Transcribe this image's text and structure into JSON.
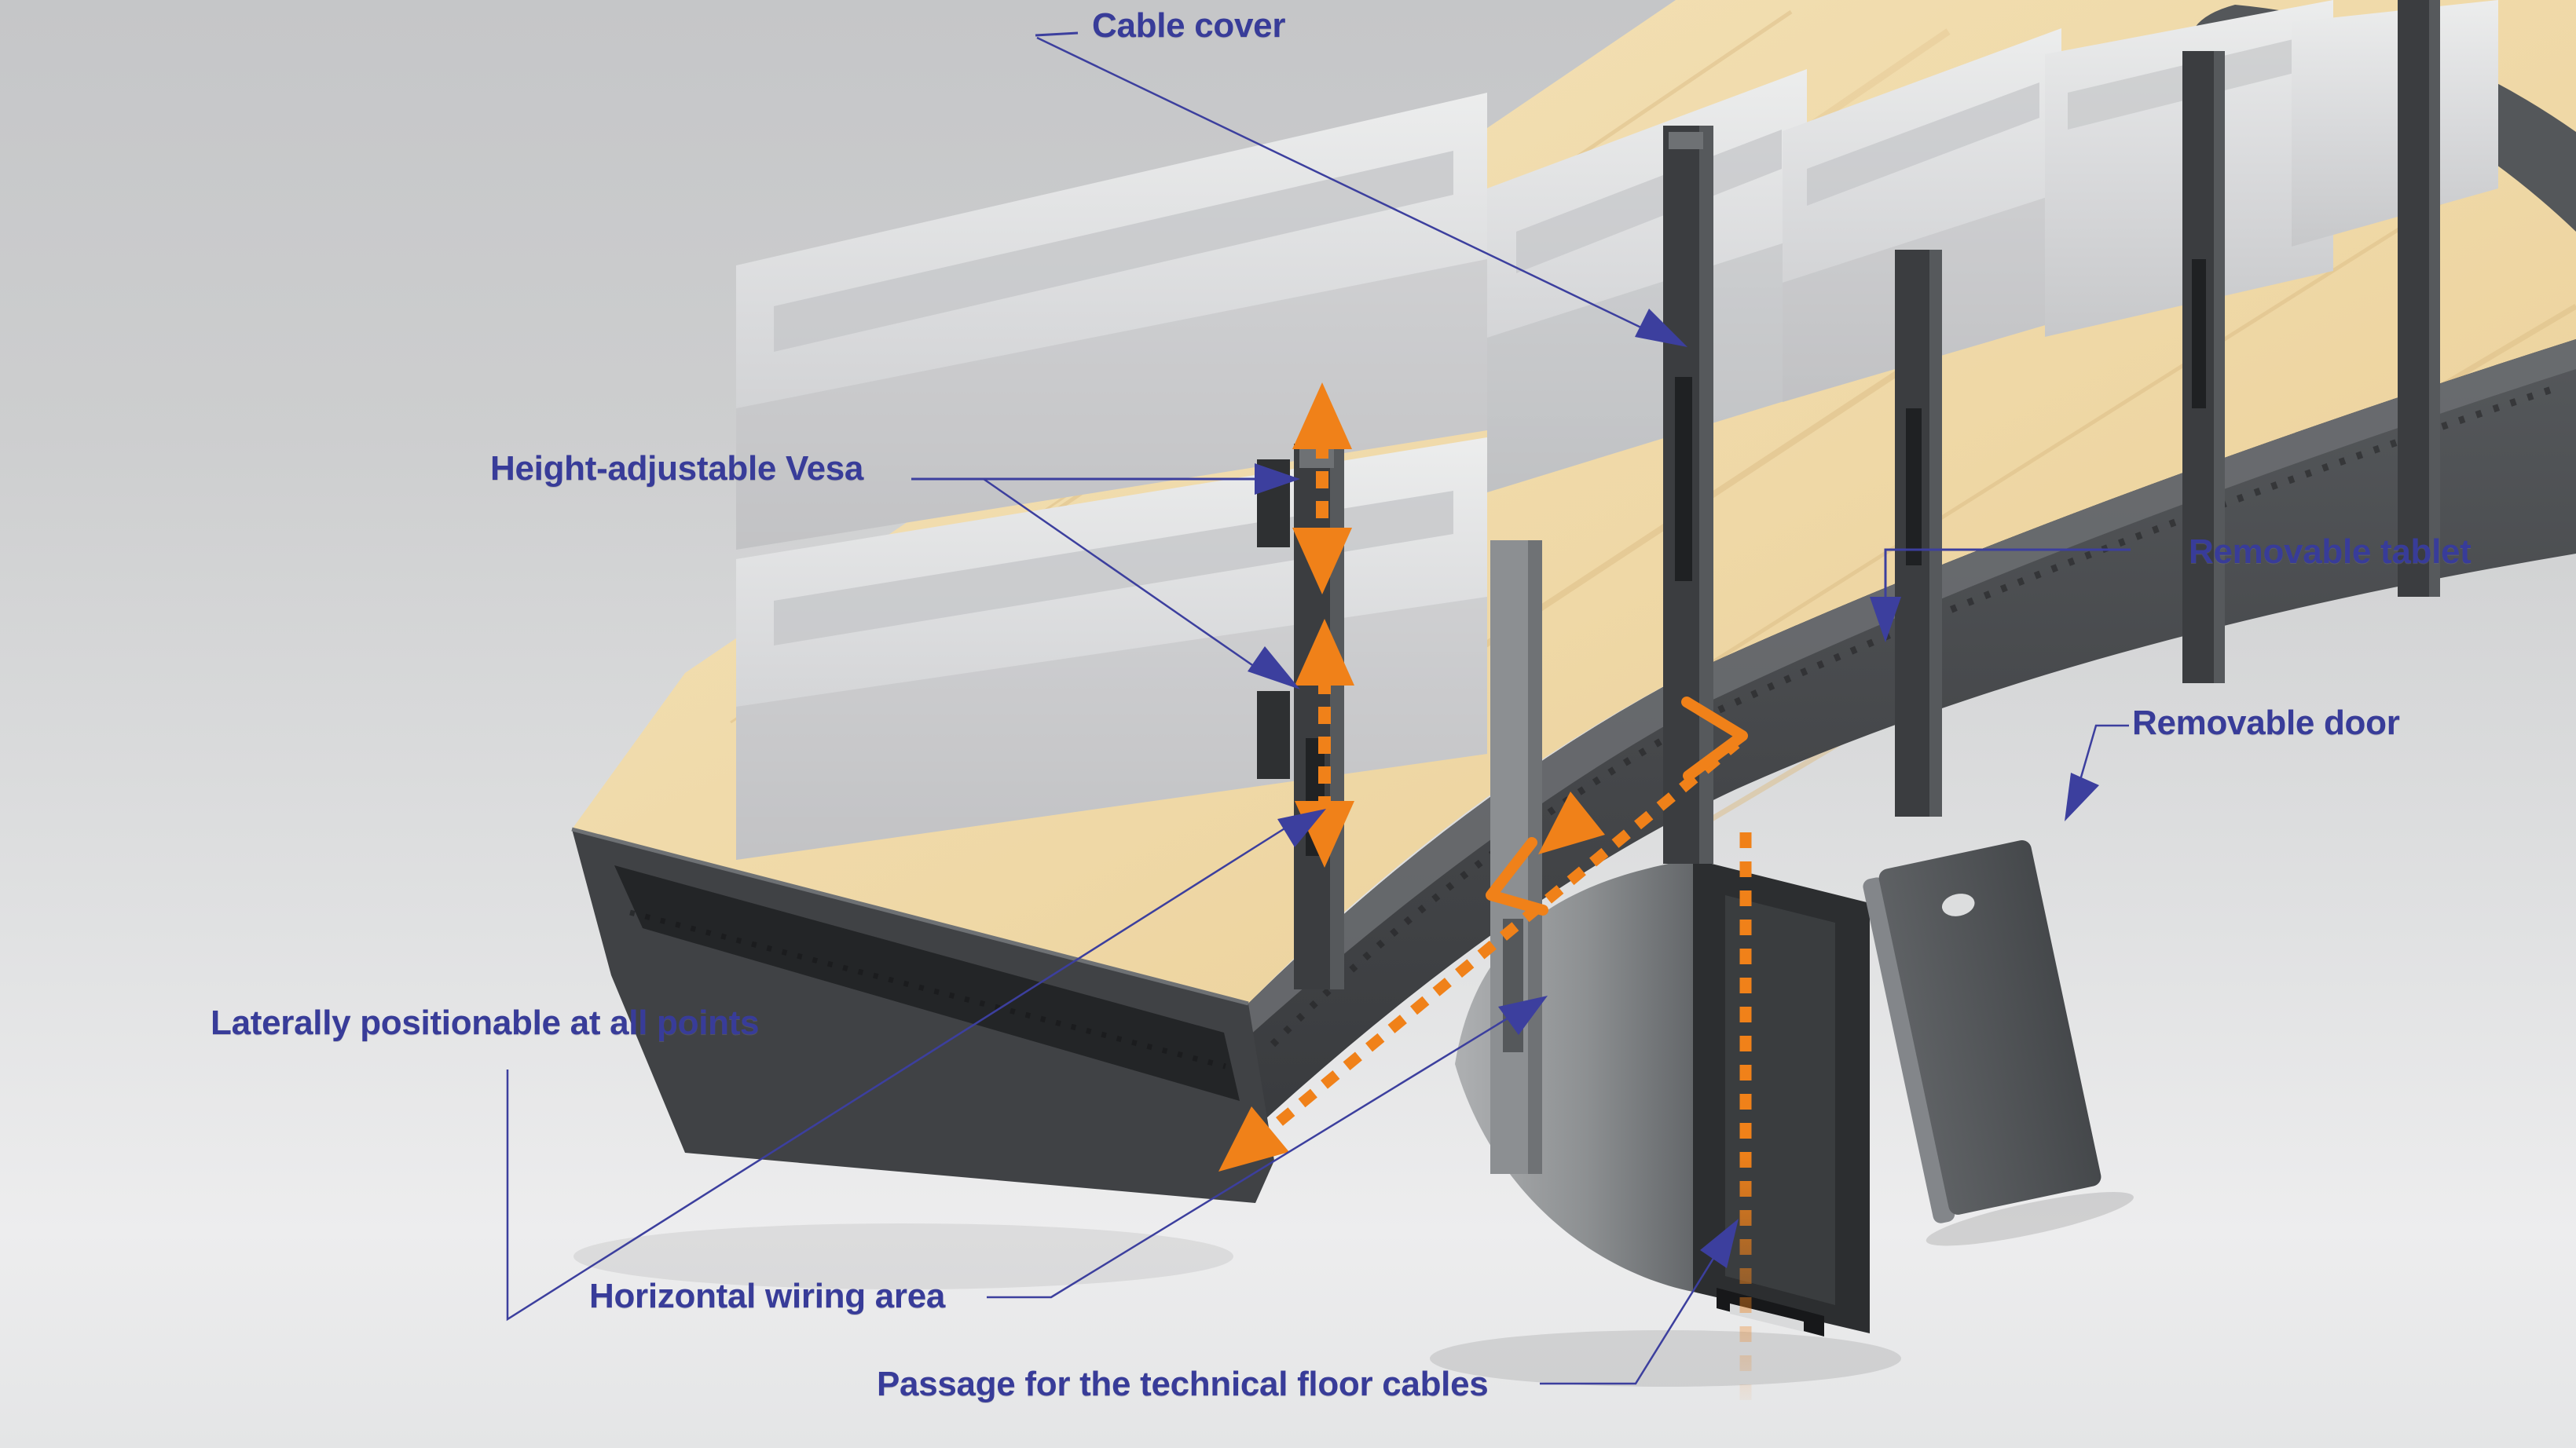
{
  "diagram": {
    "kind": "console-desk-technical-callout-diagram",
    "labels": {
      "cable_cover": "Cable cover",
      "height_adjustable_vesa": "Height-adjustable Vesa",
      "removable_tablet": "Removable tablet",
      "removable_door": "Removable door",
      "laterally_positionable": "Laterally positionable at all points",
      "horizontal_wiring_area": "Horizontal wiring area",
      "passage_floor_cables": "Passage for the technical floor cables"
    },
    "colors": {
      "label_blue": "#383c99",
      "leader_blue": "#3c3f9e",
      "arrow_orange": "#f08119",
      "wood_top": "#f0dcae",
      "metal_dark": "#3f4144",
      "metal_channel": "#232527",
      "monitor_back": "#e0e1e3",
      "background_top": "#c5c6c8",
      "background_bottom": "#ededee"
    }
  }
}
